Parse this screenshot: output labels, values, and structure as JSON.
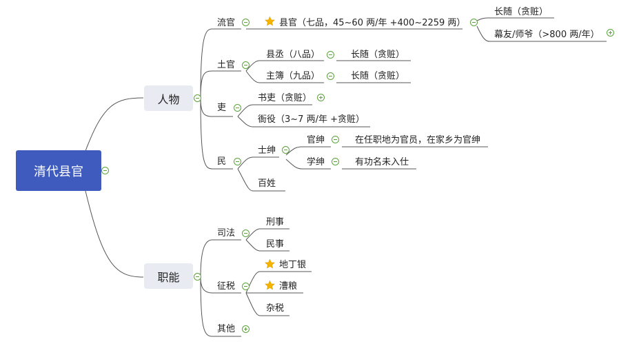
{
  "root": "清代县官",
  "people": {
    "title": "人物",
    "liuguan": {
      "label": "流官",
      "magistrate": "县官（七品，45~60 两/年 +400~2259 两）",
      "servant": "长随（贪赃）",
      "advisor": "幕友/师爷（>800 两/年）"
    },
    "tuguan": {
      "label": "土官",
      "xiancheng": "县丞（八品）",
      "xiancheng_servant": "长随（贪赃）",
      "zhubu": "主簿（九品）",
      "zhubu_servant": "长随（贪赃）"
    },
    "li": {
      "label": "吏",
      "clerk": "书吏（贪赃）",
      "runner": "衙役（3~7 两/年 +贪赃）"
    },
    "min": {
      "label": "民",
      "gentry": "士绅",
      "official_gentry": "官绅",
      "official_gentry_desc": "在任职地为官员，在家乡为官绅",
      "scholar_gentry": "学绅",
      "scholar_gentry_desc": "有功名未入仕",
      "commoners": "百姓"
    }
  },
  "duties": {
    "title": "职能",
    "judicial": {
      "label": "司法",
      "criminal": "刑事",
      "civil": "民事"
    },
    "tax": {
      "label": "征税",
      "land_tax": "地丁银",
      "grain_tribute": "漕粮",
      "misc_tax": "杂税"
    },
    "other": "其他"
  },
  "colors": {
    "root_fill": "#3f5bbd",
    "main_fill": "#e9ebf3",
    "line": "#555555",
    "toggle": "#5aa33a",
    "star": "#f5b400"
  },
  "icons": {
    "key_marker": "star-icon",
    "collapse": "minus-circle-icon",
    "expand": "plus-circle-icon"
  }
}
